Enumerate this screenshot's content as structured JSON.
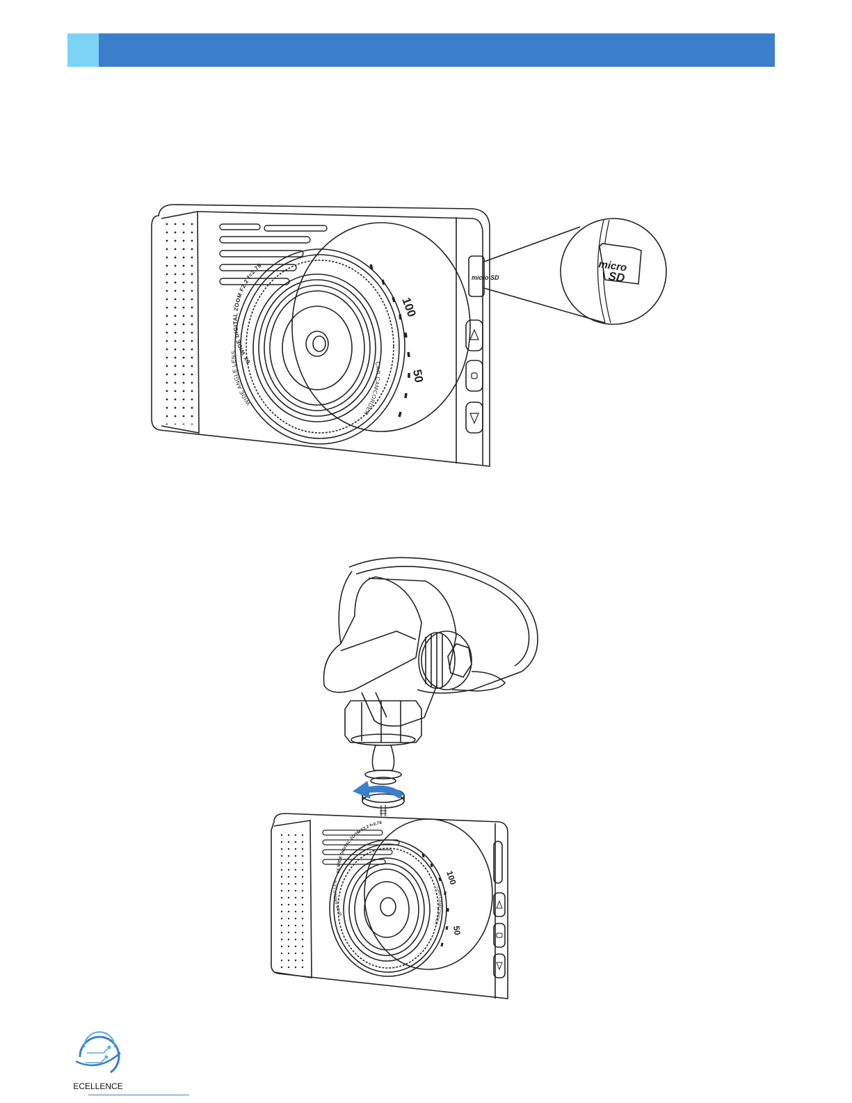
{
  "header": {
    "bar_color": "#3b7fcb",
    "accent_color": "#7dd3f5"
  },
  "figure_camera_sd": {
    "lens_ring_text": "6X WIDE DIGITAL ZOOM F2.2 f=2.78",
    "lens_side_text": "WIDE ANGLE LENS",
    "lens_brand_text": "CAR CAMCORDER",
    "dial_label_high": "100",
    "dial_label_low": "50",
    "slot_label": "micro SD",
    "card_label_top": "micro",
    "card_label_bottom": "SD",
    "buttons": [
      "up-arrow-icon",
      "menu-icon",
      "down-arrow-icon"
    ]
  },
  "figure_mount": {
    "lens_ring_text": "6X WIDE DIGITAL ZOOM F2.2 f=2.78",
    "lens_side_text": "WIDE ANGLE LENS",
    "lens_brand_text": "CAR CAMCORDER",
    "dial_label_high": "100",
    "dial_label_low": "50",
    "arrow_color": "#3b7fcb"
  },
  "footer": {
    "logo_text": "ECELLENCE",
    "logo_color": "#3b7fcb"
  }
}
